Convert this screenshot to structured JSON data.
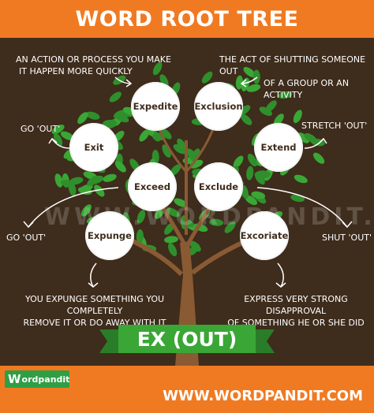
{
  "header": {
    "title": "WORD ROOT TREE"
  },
  "root": {
    "label": "EX (OUT)"
  },
  "watermark": "WWW.WORDPANDIT.COM",
  "nodes": {
    "expedite": "Expedite",
    "exclusion": "Exclusion",
    "exit": "Exit",
    "extend": "Extend",
    "exceed": "Exceed",
    "exclude": "Exclude",
    "expunge": "Expunge",
    "excoriate": "Excoriate"
  },
  "annotations": {
    "expedite_l1": "AN ACTION OR PROCESS YOU MAKE",
    "expedite_l2": "IT HAPPEN MORE QUICKLY",
    "exclusion_l1": "THE ACT OF SHUTTING SOMEONE OUT",
    "exclusion_l2": "OF A GROUP OR AN ACTIVITY",
    "exit": "GO 'OUT'",
    "extend": "STRETCH 'OUT'",
    "expunge_side": "GO 'OUT'",
    "excoriate_side": "SHUT 'OUT'",
    "expunge_l1": "YOU EXPUNGE SOMETHING YOU COMPLETELY",
    "expunge_l2": "REMOVE IT OR DO AWAY WITH IT",
    "excoriate_l1": "EXPRESS VERY STRONG DISAPPROVAL",
    "excoriate_l2": "OF SOMETHING HE OR SHE DID"
  },
  "footer": {
    "logo_letter": "W",
    "logo_text": "ordpandit",
    "website": "WWW.WORDPANDIT.COM"
  },
  "colors": {
    "background": "#3e2c1c",
    "orange": "#f07a22",
    "leaf_green": "#3aa635",
    "trunk": "#8a5a33",
    "node_fill": "#ffffff"
  }
}
